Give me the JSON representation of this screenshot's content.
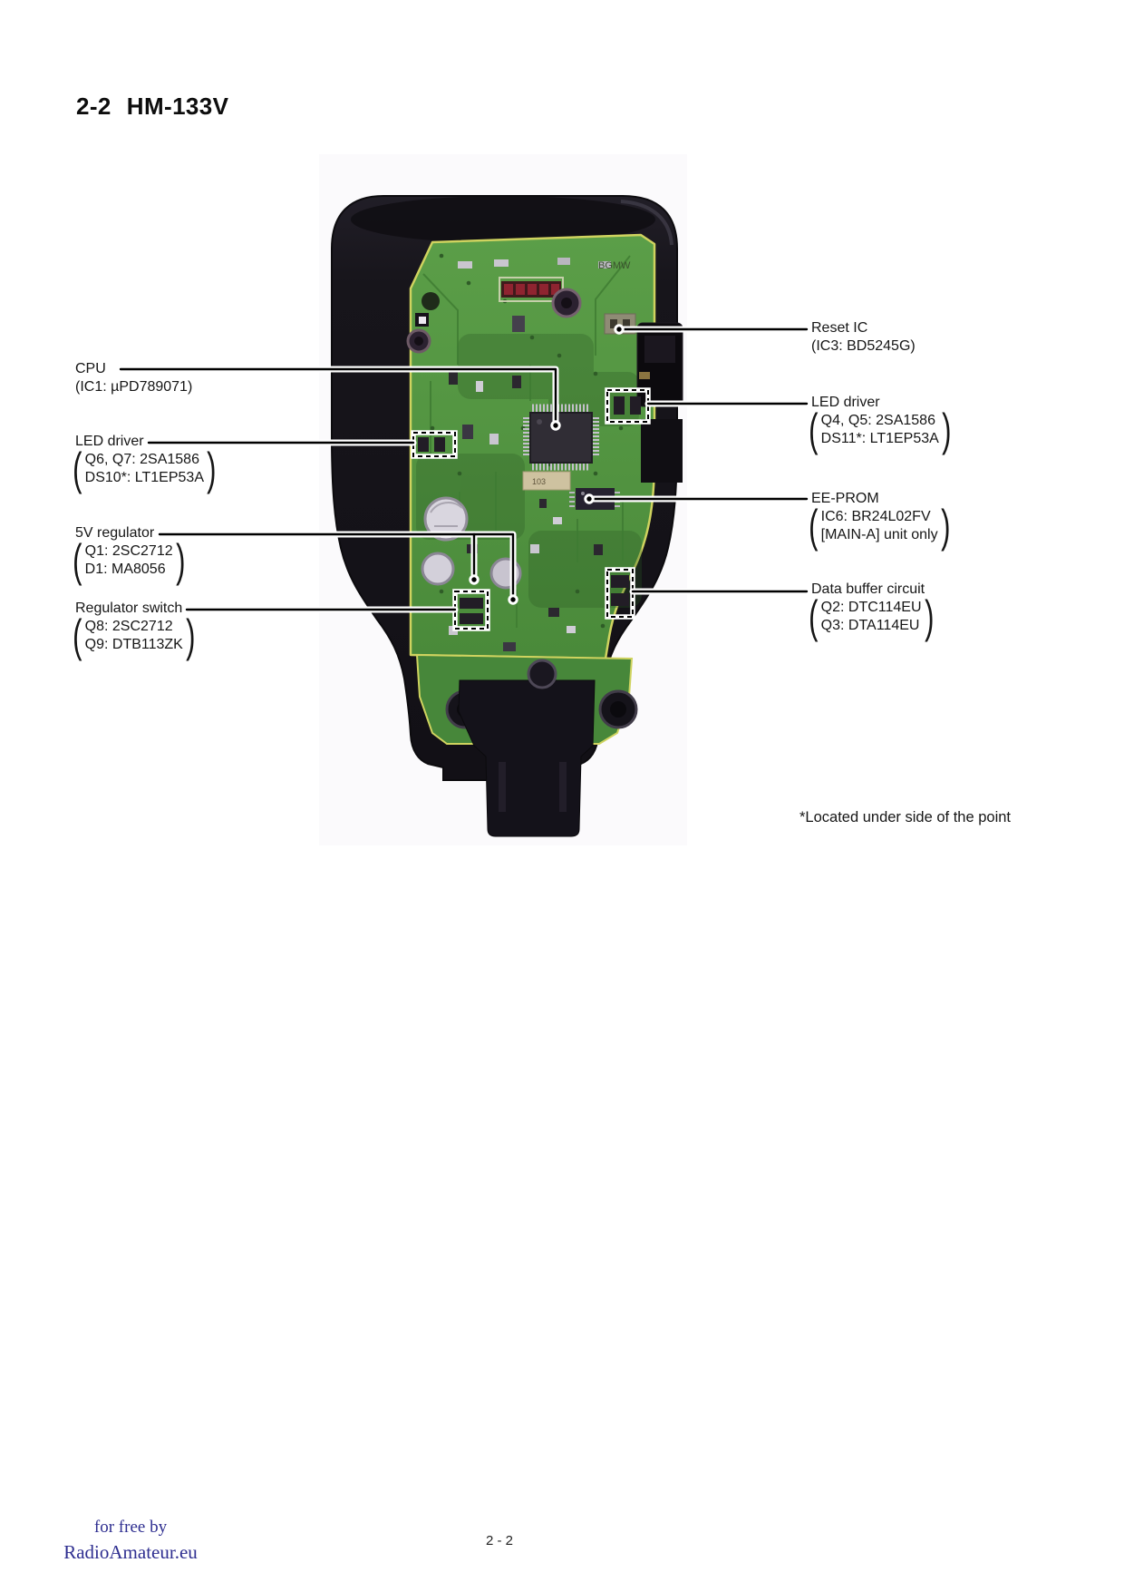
{
  "page": {
    "section_number": "2-2",
    "section_title": "HM-133V",
    "footnote": "*Located under side of the point",
    "page_number": "2 - 2",
    "footer": {
      "line1": "for free by",
      "line2": "RadioAmateur.eu"
    }
  },
  "symbols": {
    "paren_open": "(",
    "paren_close": ")"
  },
  "photo": {
    "subject": "HM-133V microphone internal PCB, component side",
    "board_marking": "BGMW",
    "part_marking": "103",
    "pcb_color": "#529441",
    "housing_color": "#18161c",
    "pcb_border_color": "#cfd35f"
  },
  "callouts": {
    "left": [
      {
        "title": "CPU",
        "sub": "(IC1: µPD789071)"
      },
      {
        "title": "LED driver",
        "lines": [
          "Q6, Q7: 2SA1586",
          "DS10*: LT1EP53A"
        ]
      },
      {
        "title": "5V regulator",
        "lines": [
          "Q1: 2SC2712",
          "D1: MA8056"
        ]
      },
      {
        "title": "Regulator switch",
        "lines": [
          "Q8: 2SC2712",
          "Q9: DTB113ZK"
        ]
      }
    ],
    "right": [
      {
        "title": "Reset IC",
        "sub": "(IC3: BD5245G)"
      },
      {
        "title": "LED driver",
        "lines": [
          "Q4, Q5: 2SA1586",
          "DS11*: LT1EP53A"
        ]
      },
      {
        "title": "EE-PROM",
        "lines": [
          "IC6: BR24L02FV",
          "[MAIN-A] unit only"
        ]
      },
      {
        "title": "Data buffer circuit",
        "lines": [
          "Q2: DTC114EU",
          "Q3: DTA114EU"
        ]
      }
    ]
  }
}
